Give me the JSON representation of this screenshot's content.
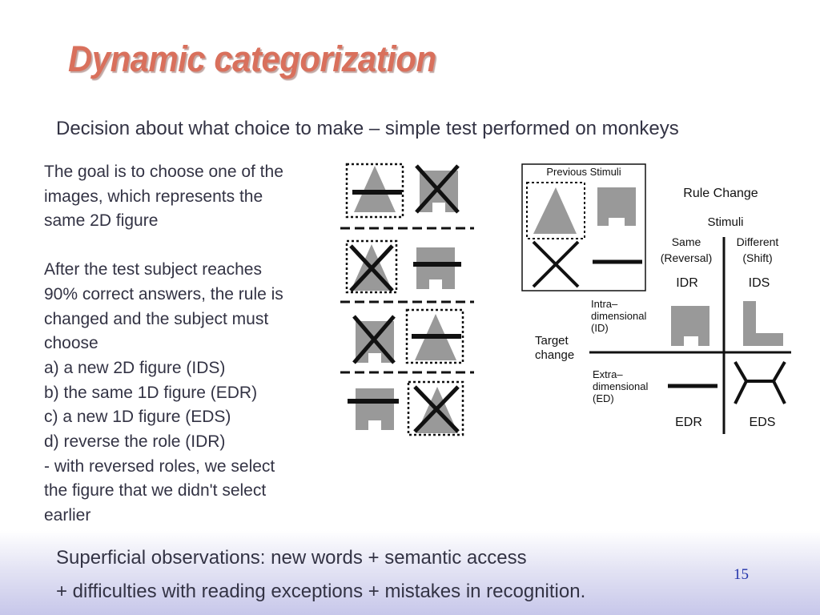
{
  "slide": {
    "title": "Dynamic categorization",
    "subtitle": "Decision about what choice to make – simple test performed on monkeys",
    "body": {
      "paragraph1": [
        "The goal is to choose one of the",
        "images, which represents the",
        "same 2D figure"
      ],
      "paragraph2": [
        "After the test subject reaches",
        "90% correct answers, the rule is",
        "changed and the subject must",
        "choose",
        "a) a new 2D figure (IDS)",
        "b) the same 1D figure (EDR)",
        "c) a new 1D figure (EDS)",
        "d) reverse the role (IDR)",
        "- with reversed roles, we select",
        "the figure that we didn't select",
        "earlier"
      ]
    },
    "bottom": {
      "line1": "Superficial observations: new words + semantic access",
      "line2": "+ difficulties with reading exceptions + mistakes in recognition."
    },
    "page_number": "15"
  },
  "diagram": {
    "previous_stimuli": "Previous Stimuli",
    "rule_change": "Rule Change",
    "stimuli": "Stimuli",
    "same_reversal": [
      "Same",
      "(Reversal)"
    ],
    "different_shift": [
      "Different",
      "(Shift)"
    ],
    "idr": "IDR",
    "ids": "IDS",
    "intra_dimensional": [
      "Intra–",
      "dimensional",
      "(ID)"
    ],
    "target_change": [
      "Target",
      "change"
    ],
    "extra_dimensional": [
      "Extra–",
      "dimensional",
      "(ED)"
    ],
    "edr": "EDR",
    "eds": "EDS"
  }
}
